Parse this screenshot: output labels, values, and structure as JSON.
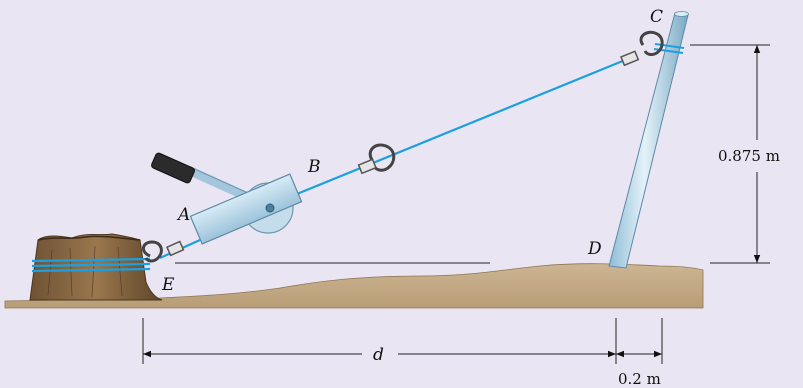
{
  "labels": {
    "A": "A",
    "B": "B",
    "C": "C",
    "D": "D",
    "E": "E",
    "d": "d"
  },
  "dimensions": {
    "height": "0.875 m",
    "offset": "0.2 m"
  },
  "colors": {
    "background": "#e9e5f2",
    "ground": "#c9b28f",
    "ground_dark": "#a88c66",
    "cable": "#1aa0e0",
    "pole_light": "#cfe6f2",
    "pole_dark": "#7fb0cc",
    "stump": "#8a6a45",
    "winch_body": "#b9d7ea",
    "handle": "#2b2b2b"
  }
}
